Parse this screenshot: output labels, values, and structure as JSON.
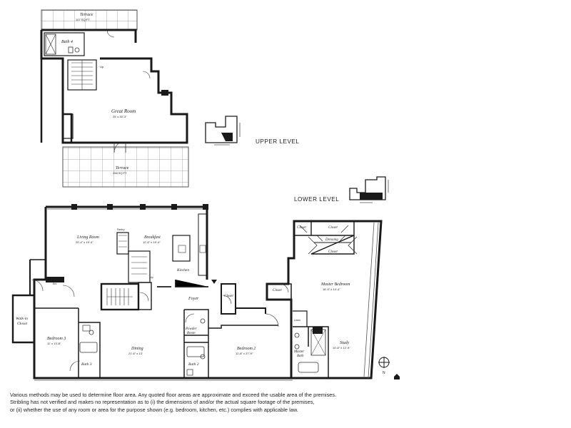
{
  "upper": {
    "level_label": "UPPER LEVEL",
    "rooms": {
      "terrace_top": {
        "name": "Terrace",
        "area": "107 SQ FT"
      },
      "bath4": {
        "name": "Bath 4"
      },
      "great_room": {
        "name": "Great Room",
        "dims": "25' x 30'-3\""
      },
      "terrace_bottom": {
        "name": "Terrace",
        "area": "258 SQ FT"
      },
      "stair": {
        "name": "Up"
      }
    }
  },
  "lower": {
    "level_label": "LOWER LEVEL",
    "rooms": {
      "living_room": {
        "name": "Living Room",
        "dims": "20'-4\" x 19'-4\""
      },
      "breakfast": {
        "name": "Breakfast",
        "dims": "12'-6\" x 19'-4\""
      },
      "pantry": {
        "name": "Pantry"
      },
      "kitchen": {
        "name": "Kitchen"
      },
      "foyer": {
        "name": "Foyer"
      },
      "closet_foyer": {
        "name": "Closet"
      },
      "walk_in": {
        "name": "Walk-in",
        "name2": "Closet"
      },
      "bedroom3": {
        "name": "Bedroom 3",
        "dims": "11' x 13'-8\""
      },
      "bath3": {
        "name": "Bath 3"
      },
      "dining": {
        "name": "Dining",
        "dims": "21'-6\" x 13'"
      },
      "powder": {
        "name": "Powder",
        "name2": "Room"
      },
      "bath2": {
        "name": "Bath 2"
      },
      "bedroom2": {
        "name": "Bedroom 2",
        "dims": "11'-8\" x 27'-9\""
      },
      "closet_a": {
        "name": "Closet"
      },
      "closet_b": {
        "name": "Closet"
      },
      "dressing": {
        "name": "Dressing"
      },
      "closet_c": {
        "name": "Closet"
      },
      "closet_d": {
        "name": "Closet"
      },
      "master_bedroom": {
        "name": "Master Bedroom",
        "dims": "16'-9\" x 14'-4\""
      },
      "study": {
        "name": "Study",
        "dims": "10'-8\" x 12'-9\""
      },
      "master_bath": {
        "name": "Master",
        "name2": "Bath"
      },
      "linen": {
        "name": "Linen"
      },
      "ent": {
        "name": "Ent"
      },
      "up": {
        "name": "Up"
      }
    }
  },
  "compass": {
    "label": "N"
  },
  "disclaimer": [
    "Various methods may be used to determine floor area.  Any quoted floor areas are approximate and exceed the usable area of the premises.",
    "Stribling has not verified and makes no representation as to (i) the dimensions of and/or the actual square footage of the premises,",
    "or (ii) whether the use of any room or area for the purpose shown (e.g. bedroom, kitchen, etc.) complies with applicable law."
  ],
  "colors": {
    "wall": "#1a1a1a",
    "terrace_grid": "#777777"
  }
}
